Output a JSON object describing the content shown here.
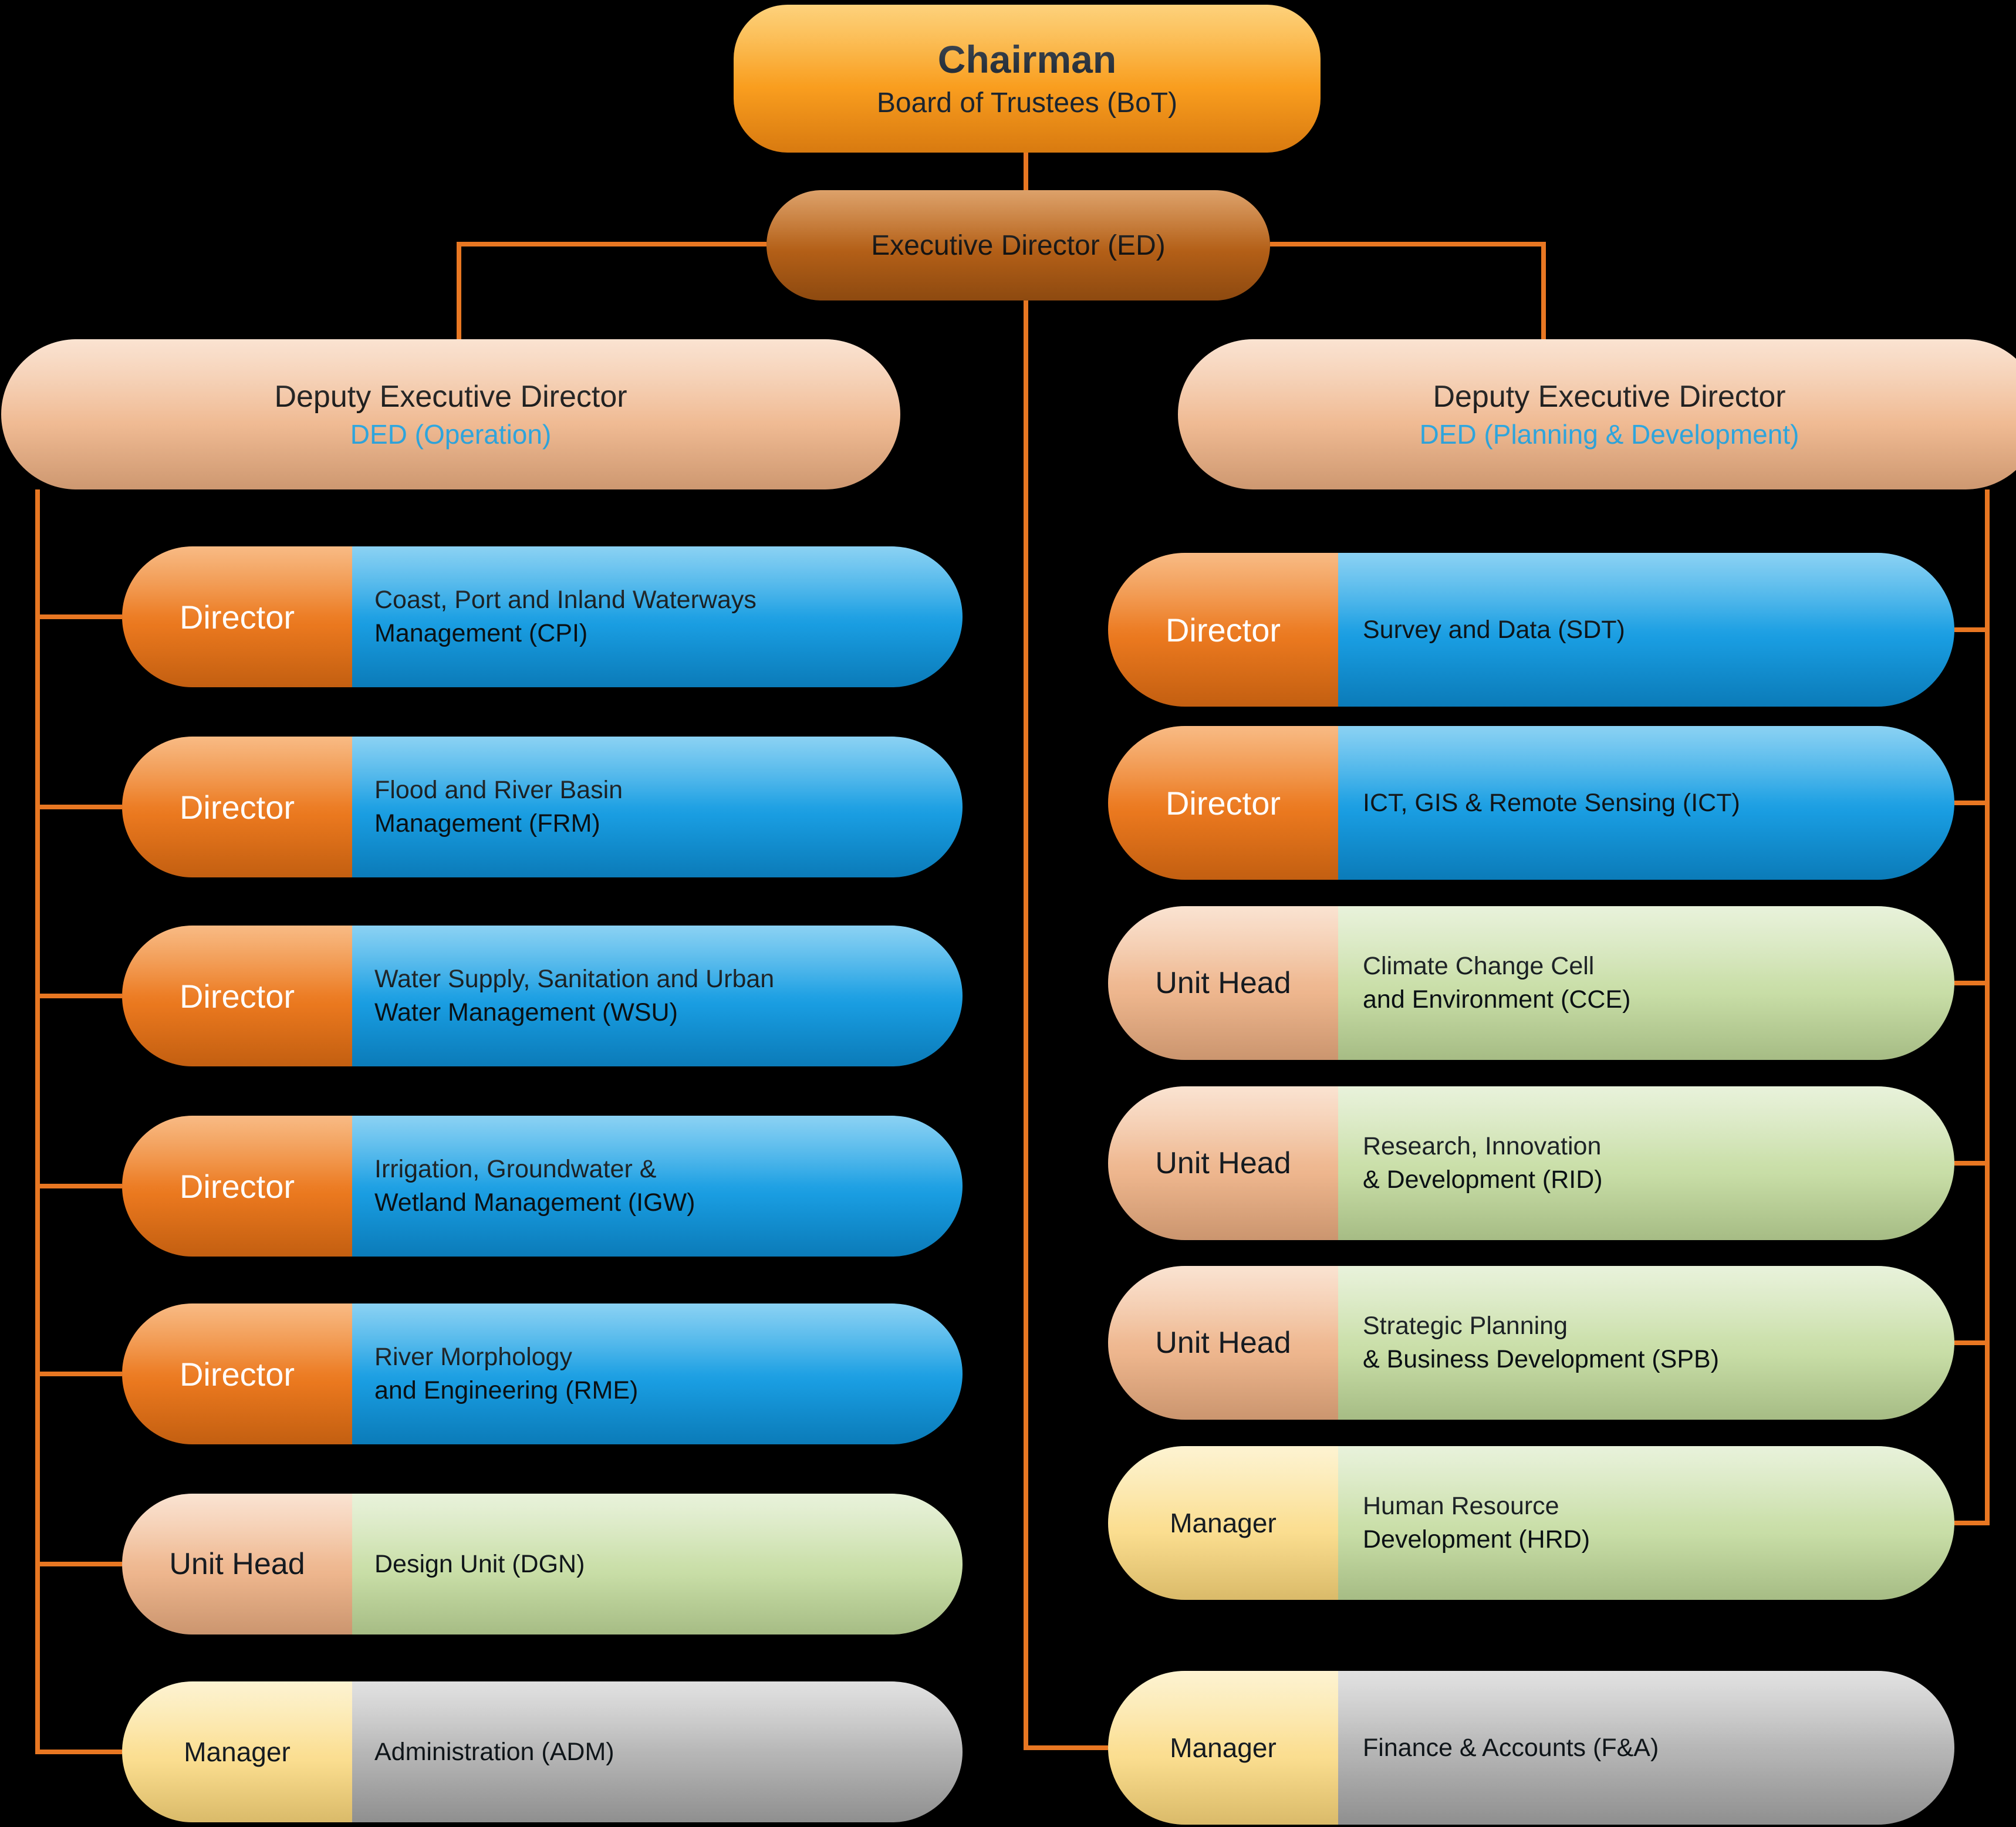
{
  "colors": {
    "background": "#000000",
    "connector": "#E87722",
    "chairman_box": "#F99E1F",
    "executive_director_box": "#B35F17",
    "deputy_director_box": "#F0BB94",
    "director_band": "#EC7A20",
    "unit_head_band": "#EFB890",
    "manager_band": "#FBDF93",
    "blue_department": "#1B9FE3",
    "green_department": "#CADFA9",
    "gray_department": "#B5B5B5",
    "ded_subtitle_text": "#2FA8E1"
  },
  "root": {
    "title": "Chairman",
    "subtitle": "Board of Trustees (BoT)"
  },
  "executive": {
    "label": "Executive Director (ED)"
  },
  "branches": [
    {
      "title": "Deputy Executive Director",
      "subtitle": "DED (Operation)",
      "items": [
        {
          "role": "Director",
          "lines": [
            "Coast, Port and Inland Waterways",
            "Management (CPI)"
          ]
        },
        {
          "role": "Director",
          "lines": [
            "Flood and River Basin",
            "Management (FRM)"
          ]
        },
        {
          "role": "Director",
          "lines": [
            "Water Supply, Sanitation and Urban",
            "Water Management (WSU)"
          ]
        },
        {
          "role": "Director",
          "lines": [
            "Irrigation, Groundwater &",
            "Wetland Management (IGW)"
          ]
        },
        {
          "role": "Director",
          "lines": [
            "River Morphology",
            "and Engineering (RME)"
          ]
        },
        {
          "role": "Unit Head",
          "lines": [
            "Design Unit (DGN)"
          ]
        },
        {
          "role": "Manager",
          "lines": [
            "Administration (ADM)"
          ]
        }
      ]
    },
    {
      "title": "Deputy Executive Director",
      "subtitle": "DED (Planning & Development)",
      "items": [
        {
          "role": "Director",
          "lines": [
            "Survey and Data (SDT)"
          ]
        },
        {
          "role": "Director",
          "lines": [
            "ICT, GIS & Remote Sensing (ICT)"
          ]
        },
        {
          "role": "Unit Head",
          "lines": [
            "Climate Change Cell",
            "and Environment (CCE)"
          ]
        },
        {
          "role": "Unit Head",
          "lines": [
            "Research, Innovation",
            "& Development (RID)"
          ]
        },
        {
          "role": "Unit Head",
          "lines": [
            "Strategic Planning",
            "& Business Development (SPB)"
          ]
        },
        {
          "role": "Manager",
          "lines": [
            "Human Resource",
            "Development (HRD)"
          ]
        },
        {
          "role": "Manager",
          "lines": [
            "Finance & Accounts (F&A)"
          ]
        }
      ]
    }
  ]
}
